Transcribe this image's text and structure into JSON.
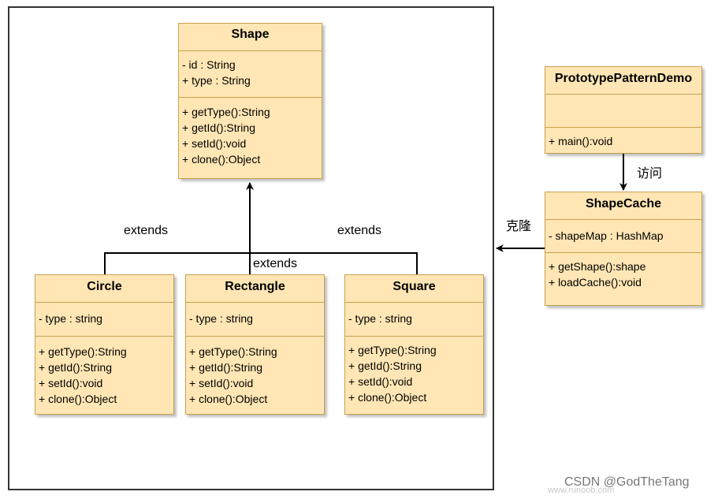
{
  "classes": {
    "shape": {
      "name": "Shape",
      "attributes": [
        "-  id : String",
        "+ type : String"
      ],
      "operations": [
        "+ getType():String",
        "+ getId():String",
        "+ setId():void",
        "+ clone():Object"
      ]
    },
    "circle": {
      "name": "Circle",
      "attributes": [
        "- type : string"
      ],
      "operations": [
        "+ getType():String",
        "+ getId():String",
        "+ setId():void",
        "+ clone():Object"
      ]
    },
    "rectangle": {
      "name": "Rectangle",
      "attributes": [
        "- type : string"
      ],
      "operations": [
        "+ getType():String",
        "+ getId():String",
        "+ setId():void",
        "+ clone():Object"
      ]
    },
    "square": {
      "name": "Square",
      "attributes": [
        "- type : string"
      ],
      "operations": [
        "+ getType():String",
        "+ getId():String",
        "+ setId():void",
        "+ clone():Object"
      ]
    },
    "demo": {
      "name": "PrototypePatternDemo",
      "attributes": [],
      "operations": [
        "+ main():void"
      ]
    },
    "cache": {
      "name": "ShapeCache",
      "attributes": [
        "- shapeMap : HashMap"
      ],
      "operations": [
        "+ getShape():shape",
        "+ loadCache():void"
      ]
    }
  },
  "labels": {
    "extends_left": "extends",
    "extends_right": "extends",
    "extends_center": "extends",
    "visit": "访问",
    "clone": "克隆"
  },
  "watermark": {
    "csdn": "CSDN @GodTheTang",
    "runoob": "www.runoob.com"
  }
}
